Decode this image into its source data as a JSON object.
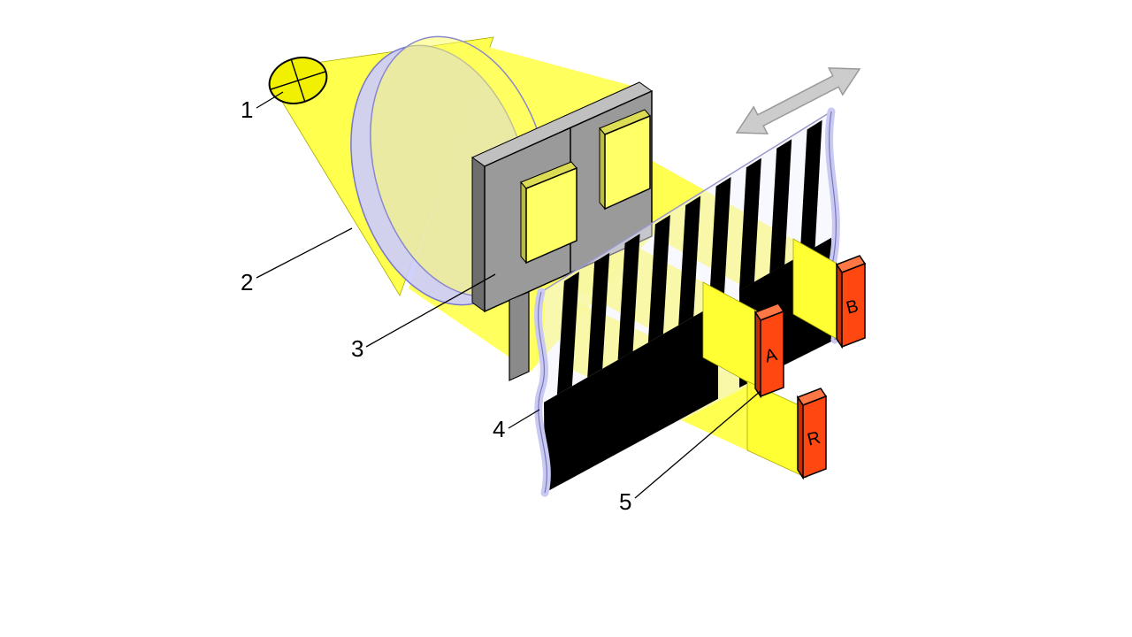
{
  "figure": {
    "description": "Exploded diagram of a transmissive optical encoder: light source, lens, aperture mask, striped code strip and photo-sensors",
    "part_labels": [
      {
        "id": "light-source",
        "number": "1"
      },
      {
        "id": "lens",
        "number": "2"
      },
      {
        "id": "aperture-mask",
        "number": "3"
      },
      {
        "id": "code-strip",
        "number": "4"
      },
      {
        "id": "sensor",
        "number": "5"
      }
    ],
    "sensor_labels": {
      "a": "A",
      "b": "B",
      "r": "R"
    },
    "colors": {
      "light_yellow": "#FFFF4D",
      "bulb_yellow": "#F0F000",
      "lens_lavender": "#CCCCFF",
      "mask_gray": "#9A9A9A",
      "stripe_black": "#000000",
      "sensor_orange": "#FF4711",
      "arrow_gray": "#CCCCCC"
    }
  }
}
